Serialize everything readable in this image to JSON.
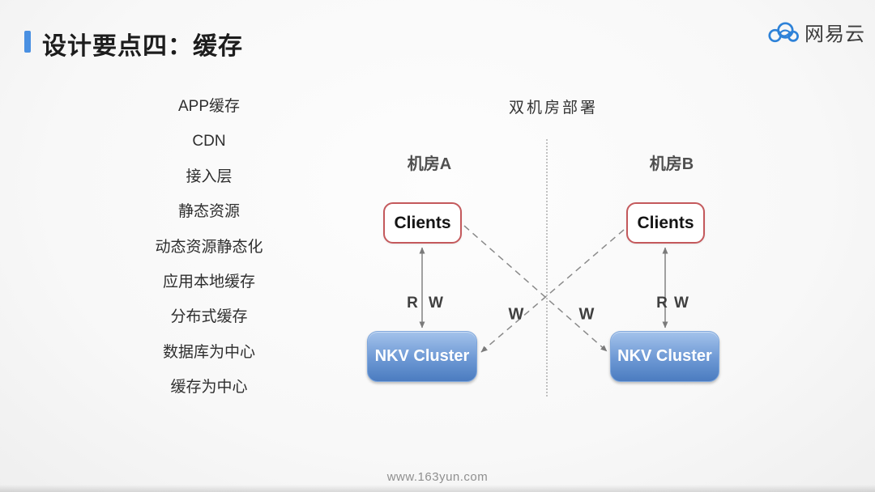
{
  "slide": {
    "title": "设计要点四：缓存",
    "footer_url": "www.163yun.com"
  },
  "logo": {
    "brand": "网易云"
  },
  "cache_list": {
    "items": [
      "APP缓存",
      "CDN",
      "接入层",
      "静态资源",
      "动态资源静态化",
      "应用本地缓存",
      "分布式缓存",
      "数据库为中心",
      "缓存为中心"
    ]
  },
  "diagram": {
    "title": "双机房部署",
    "datacenter_a": {
      "label": "机房A",
      "clients": "Clients",
      "cluster": "NKV Cluster",
      "read_label": "R",
      "write_label": "W"
    },
    "datacenter_b": {
      "label": "机房B",
      "clients": "Clients",
      "cluster": "NKV Cluster",
      "read_label": "R",
      "write_label": "W"
    },
    "cross_write_left": "W",
    "cross_write_right": "W"
  },
  "colors": {
    "accent_blue": "#4A90E2",
    "clients_border_red": "#C4595C",
    "cluster_blue_top": "#A4C3EB",
    "cluster_blue_bottom": "#4B7CC0",
    "connector_gray": "#7a7a7a",
    "logo_blue": "#2E82D8"
  }
}
